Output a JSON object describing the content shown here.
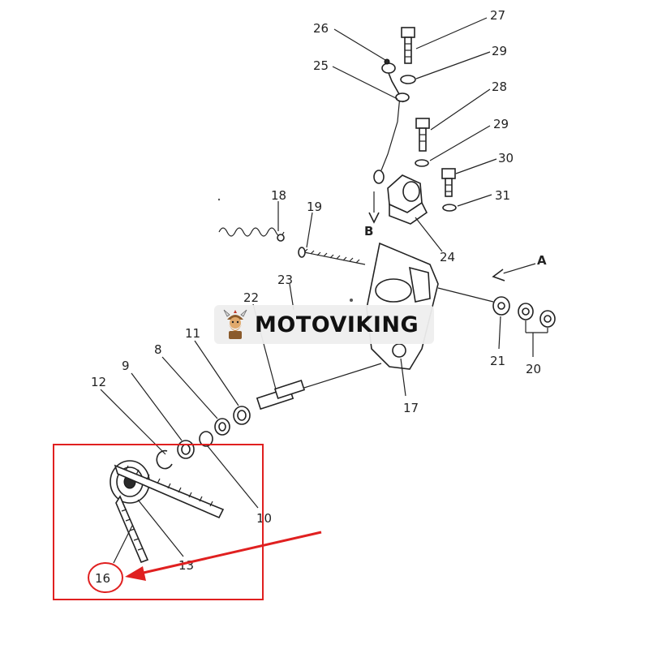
{
  "brand": {
    "name": "MOTOVIKING"
  },
  "diagram": {
    "part_numbers": [
      "27",
      "26",
      "29",
      "25",
      "28",
      "29",
      "30",
      "31",
      "18",
      "19",
      "24",
      "23",
      "22",
      "21",
      "20",
      "11",
      "8",
      "9",
      "12",
      "17",
      "10",
      "13",
      "16"
    ],
    "direction_letters": [
      "A",
      "B"
    ],
    "highlight_color": "#e02020",
    "highlighted_part": "16"
  }
}
